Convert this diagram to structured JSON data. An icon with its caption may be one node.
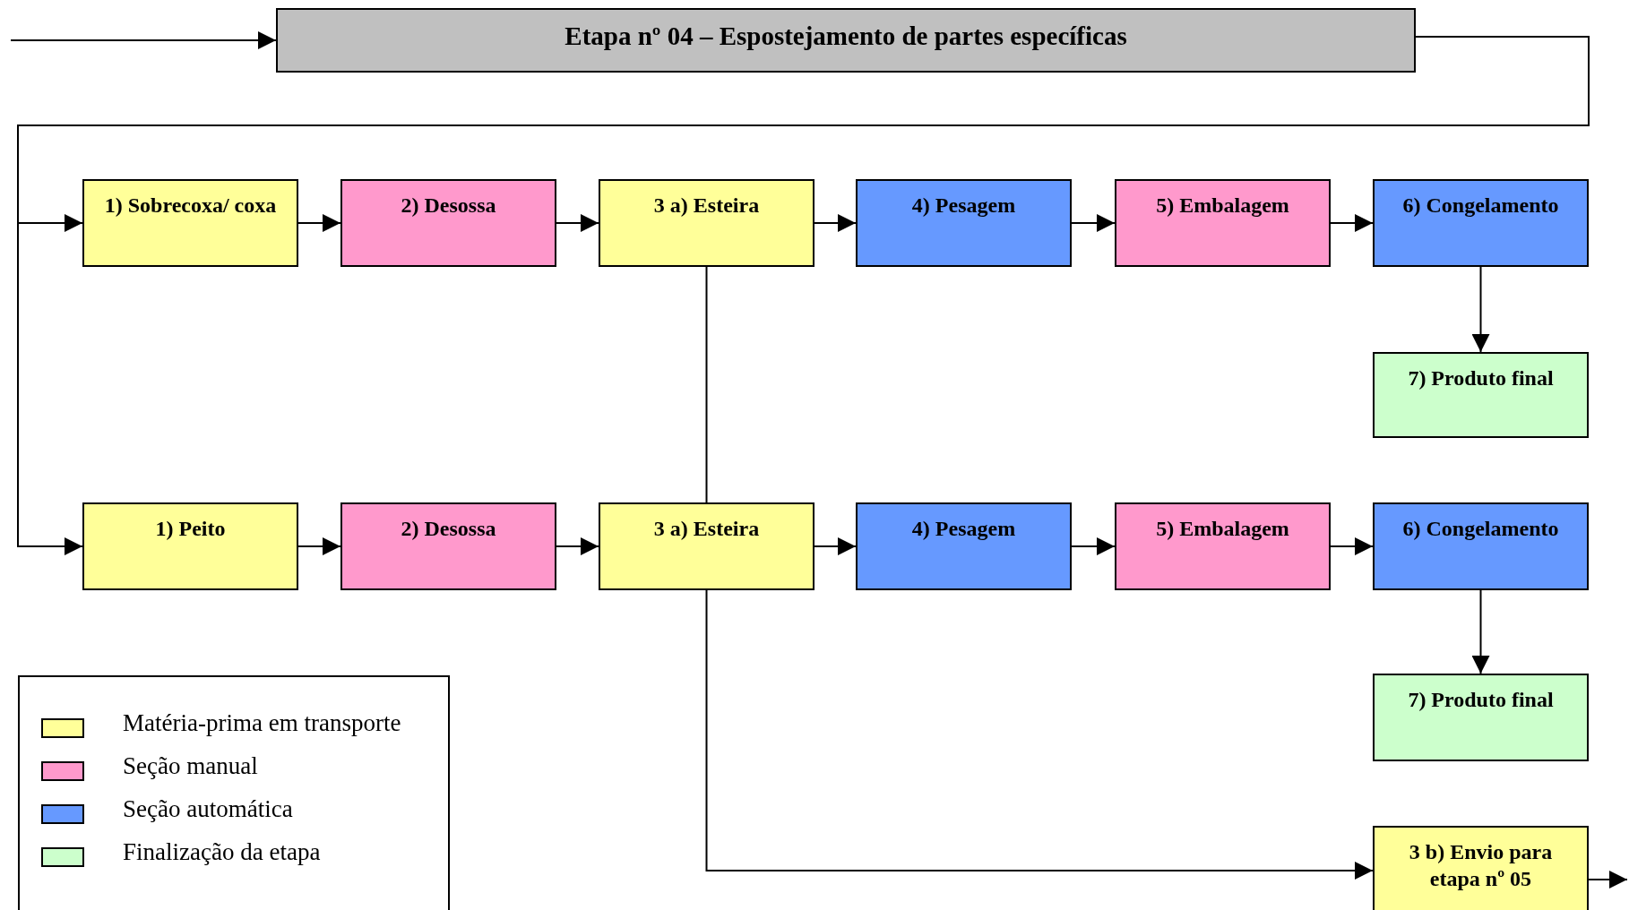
{
  "diagram": {
    "nodes": [
      {
        "text": [
          "Etapa nº 04 – Espostejamento de partes específicas"
        ]
      },
      {
        "text": [
          "1) Sobrecoxa/ coxa"
        ]
      },
      {
        "text": [
          "2) Desossa"
        ]
      },
      {
        "text": [
          "3 a) Esteira"
        ]
      },
      {
        "text": [
          "4) Pesagem"
        ]
      },
      {
        "text": [
          "5) Embalagem"
        ]
      },
      {
        "text": [
          "6) Congelamento"
        ]
      },
      {
        "text": [
          "7) Produto final"
        ]
      },
      {
        "text": [
          "1) Peito"
        ]
      },
      {
        "text": [
          "2) Desossa"
        ]
      },
      {
        "text": [
          "3 a) Esteira"
        ]
      },
      {
        "text": [
          "4) Pesagem"
        ]
      },
      {
        "text": [
          "5) Embalagem"
        ]
      },
      {
        "text": [
          "6) Congelamento"
        ]
      },
      {
        "text": [
          "7) Produto final"
        ]
      },
      {
        "text": [
          "3 b) Envio para etapa nº 05"
        ]
      }
    ],
    "edges": [
      {
        "from": null,
        "to": 0,
        "arrow": "to"
      },
      {
        "from": 0,
        "to": 1,
        "arrow": "to"
      },
      {
        "from": 0,
        "to": 8,
        "arrow": "to"
      },
      {
        "from": 1,
        "to": 2,
        "arrow": "to"
      },
      {
        "from": 2,
        "to": 3,
        "arrow": "to"
      },
      {
        "from": 3,
        "to": 4,
        "arrow": "to"
      },
      {
        "from": 4,
        "to": 5,
        "arrow": "to"
      },
      {
        "from": 5,
        "to": 6,
        "arrow": "to"
      },
      {
        "from": 6,
        "to": 7,
        "arrow": "to"
      },
      {
        "from": 8,
        "to": 9,
        "arrow": "to"
      },
      {
        "from": 9,
        "to": 10,
        "arrow": "to"
      },
      {
        "from": 10,
        "to": 11,
        "arrow": "to"
      },
      {
        "from": 11,
        "to": 12,
        "arrow": "to"
      },
      {
        "from": 12,
        "to": 13,
        "arrow": "to"
      },
      {
        "from": 13,
        "to": 14,
        "arrow": "to"
      },
      {
        "from": 3,
        "to": 10,
        "arrow": "none"
      },
      {
        "from": 10,
        "to": 15,
        "arrow": "to"
      },
      {
        "from": 15,
        "to": null,
        "arrow": "to"
      }
    ],
    "legend": [
      {
        "text": "Matéria-prima em transporte",
        "color": "#ffff99"
      },
      {
        "text": "Seção manual",
        "color": "#ff99cc"
      },
      {
        "text": "Seção automática",
        "color": "#6699ff"
      },
      {
        "text": "Finalização da etapa",
        "color": "#ccffcc"
      }
    ]
  }
}
